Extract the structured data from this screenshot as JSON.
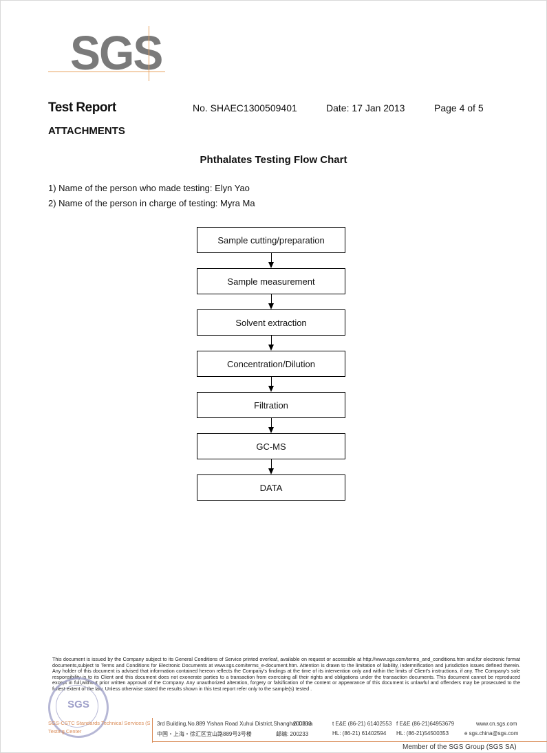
{
  "logo": {
    "text": "SGS"
  },
  "header": {
    "title": "Test Report",
    "report_no": "No. SHAEC1300509401",
    "date": "Date: 17 Jan 2013",
    "page": "Page 4 of 5"
  },
  "section": {
    "heading": "ATTACHMENTS"
  },
  "chart": {
    "title": "Phthalates Testing Flow Chart",
    "tester": "1) Name of the person who made testing: Elyn Yao",
    "in_charge": "2) Name of the person in charge of testing: Myra Ma",
    "steps": [
      "Sample cutting/preparation",
      "Sample measurement",
      "Solvent extraction",
      "Concentration/Dilution",
      "Filtration",
      "GC-MS",
      "DATA"
    ]
  },
  "footer": {
    "disclaimer": "This document is issued by the Company subject to its General Conditions of Service printed overleaf, available on request or accessible at http://www.sgs.com/terms_and_conditions.htm and,for electronic format documents,subject to Terms and Conditions for Electronic Documents at www.sgs.com/terms_e-document.htm. Attention is drawn to the limitation of liability, indemnification and jurisdiction issues defined therein. Any holder of this document is advised that information contained hereon reflects the Company's findings at the time of its intervention only and within the limits of Client's instructions, if any. The Company's sole responsibility is to its Client and this document does not exonerate parties to a transaction from exercising all their rights and obligations under the transaction documents. This document cannot be reproduced except in full,without prior written approval of the Company. Any unauthorized alteration, forgery or falsification of the content or appearance of this document is unlawful and offenders may be prosecuted to the fullest extent of the law. Unless otherwise stated the results shown in this test report refer only to the sample(s) tested .",
    "stamp_text": "SGS",
    "company_line1": "SGS-CSTC Standards Technical Services (Shanghai) Co.,Ltd.",
    "company_line2": "Testing Center",
    "address_en": "3rd Building,No.889 Yishan Road Xuhui District,Shanghai China",
    "address_cn": "中国・上海・徐汇区宜山路889号3号楼",
    "zip_en": "200233",
    "zip_cn": "邮编: 200233",
    "tel1": "t E&E (86-21) 61402553",
    "tel2": "HL: (86-21) 61402594",
    "fax1": "f E&E (86-21)64953679",
    "fax2": "HL: (86-21)54500353",
    "web": "www.cn.sgs.com",
    "email": "e  sgs.china@sgs.com",
    "member": "Member of the SGS Group (SGS SA)"
  }
}
